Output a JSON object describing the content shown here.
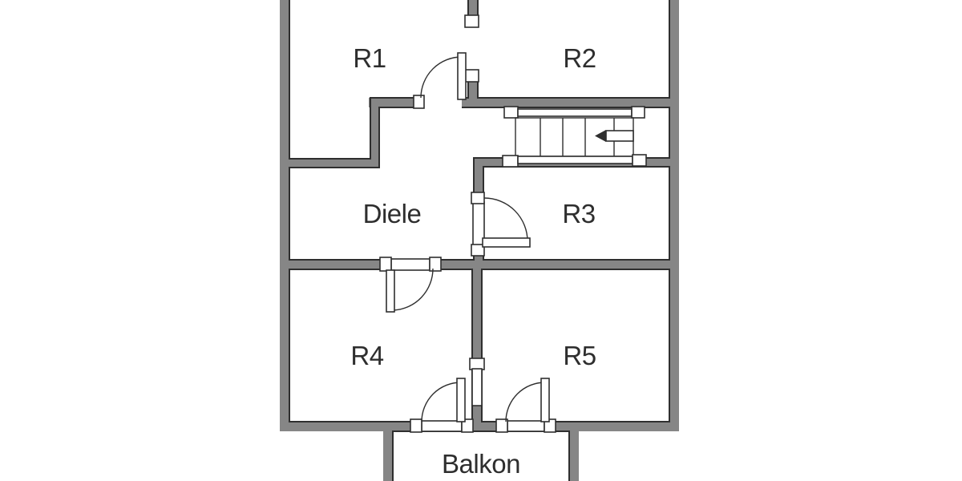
{
  "rooms": [
    {
      "id": "r1",
      "label": "R1"
    },
    {
      "id": "r2",
      "label": "R2"
    },
    {
      "id": "diele",
      "label": "Diele"
    },
    {
      "id": "r3",
      "label": "R3"
    },
    {
      "id": "r4",
      "label": "R4"
    },
    {
      "id": "r5",
      "label": "R5"
    },
    {
      "id": "balkon",
      "label": "Balkon"
    }
  ],
  "stairs": {
    "direction_arrow": "left"
  },
  "colors": {
    "wall": "#868686",
    "line": "#2f2f2f",
    "text": "#2e2e2e",
    "bg": "#ffffff"
  }
}
